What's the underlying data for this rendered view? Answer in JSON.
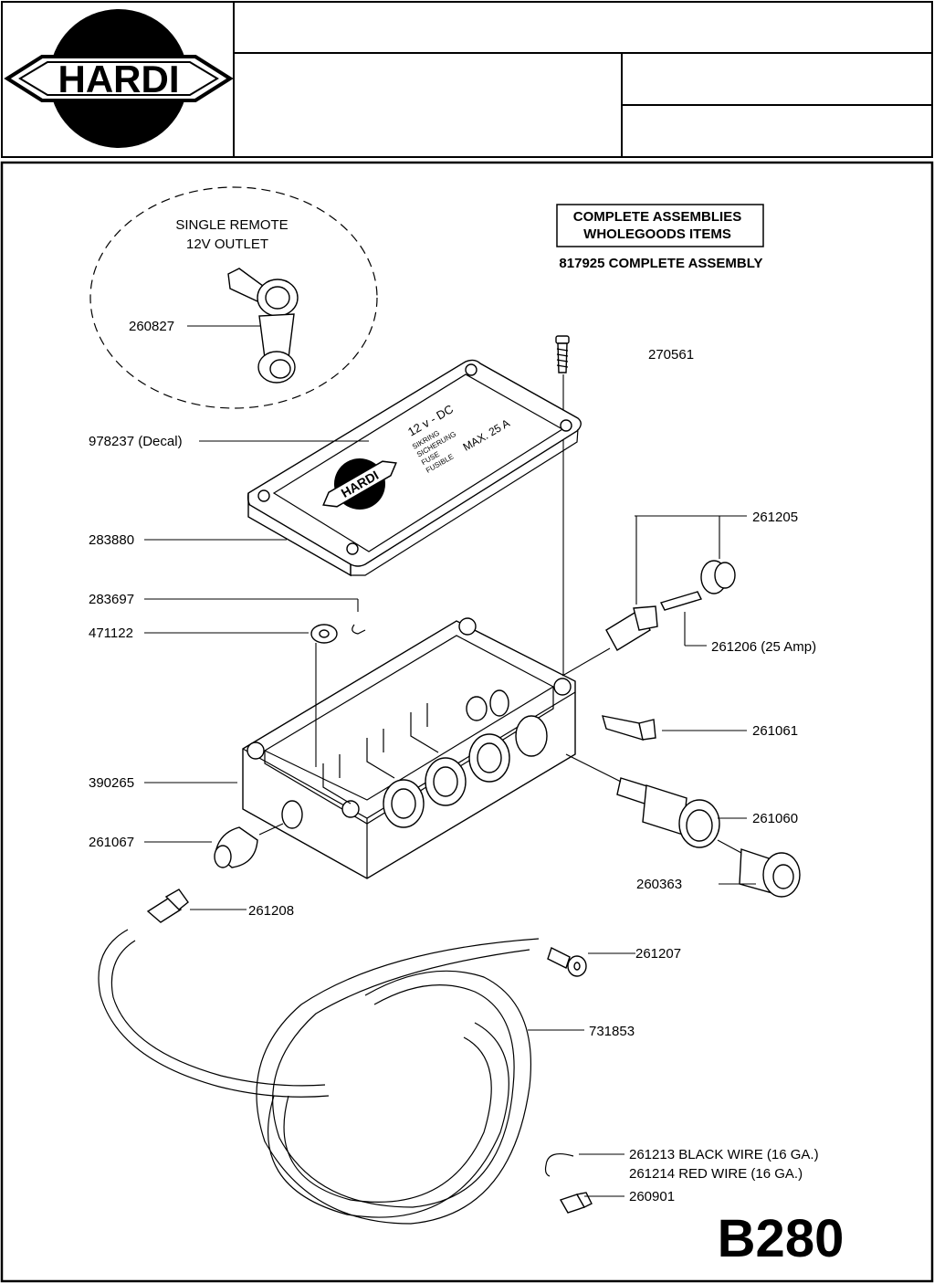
{
  "logo": {
    "text": "HARDI"
  },
  "header": {
    "title_cell": "",
    "subtitle_cell": "",
    "code_cell_top": "",
    "code_cell_bottom": ""
  },
  "detail": {
    "title_line1": "SINGLE REMOTE",
    "title_line2": "12V OUTLET"
  },
  "notice": {
    "line1": "COMPLETE ASSEMBLIES",
    "line2": "WHOLEGOODS ITEMS",
    "assembly": "817925 COMPLETE ASSEMBLY"
  },
  "decal": {
    "voltage": "12 v - DC",
    "word1": "SIKRING",
    "word2": "SICHERUNG",
    "word3": "FUSE",
    "word4": "FUSIBLE",
    "rating": "MAX. 25 A",
    "logo_text": "HARDI"
  },
  "callouts": {
    "c260827": "260827",
    "c270561": "270561",
    "c978237": "978237 (Decal)",
    "c283880": "283880",
    "c261205": "261205",
    "c283697": "283697",
    "c471122": "471122",
    "c261206": "261206 (25 Amp)",
    "c261061": "261061",
    "c390265": "390265",
    "c261060": "261060",
    "c261067": "261067",
    "c260363": "260363",
    "c261208": "261208",
    "c261207": "261207",
    "c731853": "731853",
    "c261213": "261213 BLACK WIRE (16 GA.)",
    "c261214": "261214 RED WIRE (16 GA.)",
    "c260901": "260901"
  },
  "page_code": "B280",
  "colors": {
    "ink": "#000000",
    "paper": "#ffffff"
  }
}
